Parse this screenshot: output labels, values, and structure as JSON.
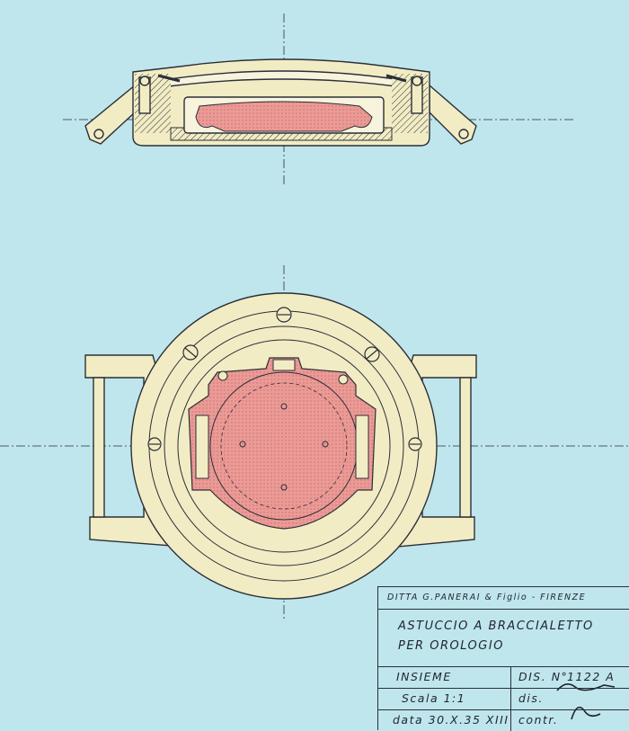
{
  "colors": {
    "paper": "#bfe6ec",
    "case_fill": "#f2ecc4",
    "movement_fill": "#ec9a96",
    "line": "#2a2f38"
  },
  "title_block": {
    "firm": "DITTA G.PANERAI & Figlio - FIRENZE",
    "subject_line1": "ASTUCCIO A BRACCIALETTO",
    "subject_line2": "PER OROLOGIO",
    "assembly": "INSIEME",
    "drawing_no_label": "DIS. N°",
    "drawing_no": "1122 A",
    "scale": "Scala 1:1",
    "drawn_by_label": "dis.",
    "date": "data 30.X.35 XIII",
    "checked_by_label": "contr."
  }
}
